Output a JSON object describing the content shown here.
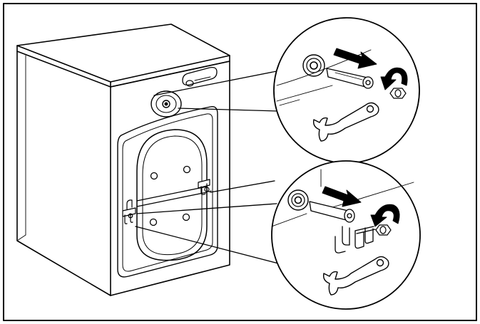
{
  "figure": {
    "subject": "washing-machine-rear-transport-bolt-removal",
    "colors": {
      "stroke": "#000000",
      "background": "#ffffff",
      "frame": "#000000"
    },
    "icons": {
      "arrow_pull": "arrow-right-icon",
      "arrow_rotate": "rotate-counterclockwise-icon",
      "tool": "spanner-icon"
    },
    "callouts": [
      {
        "id": "upper",
        "shows": "transport-bolt-top"
      },
      {
        "id": "lower",
        "shows": "transport-bolt-bottom-with-brackets"
      }
    ]
  }
}
